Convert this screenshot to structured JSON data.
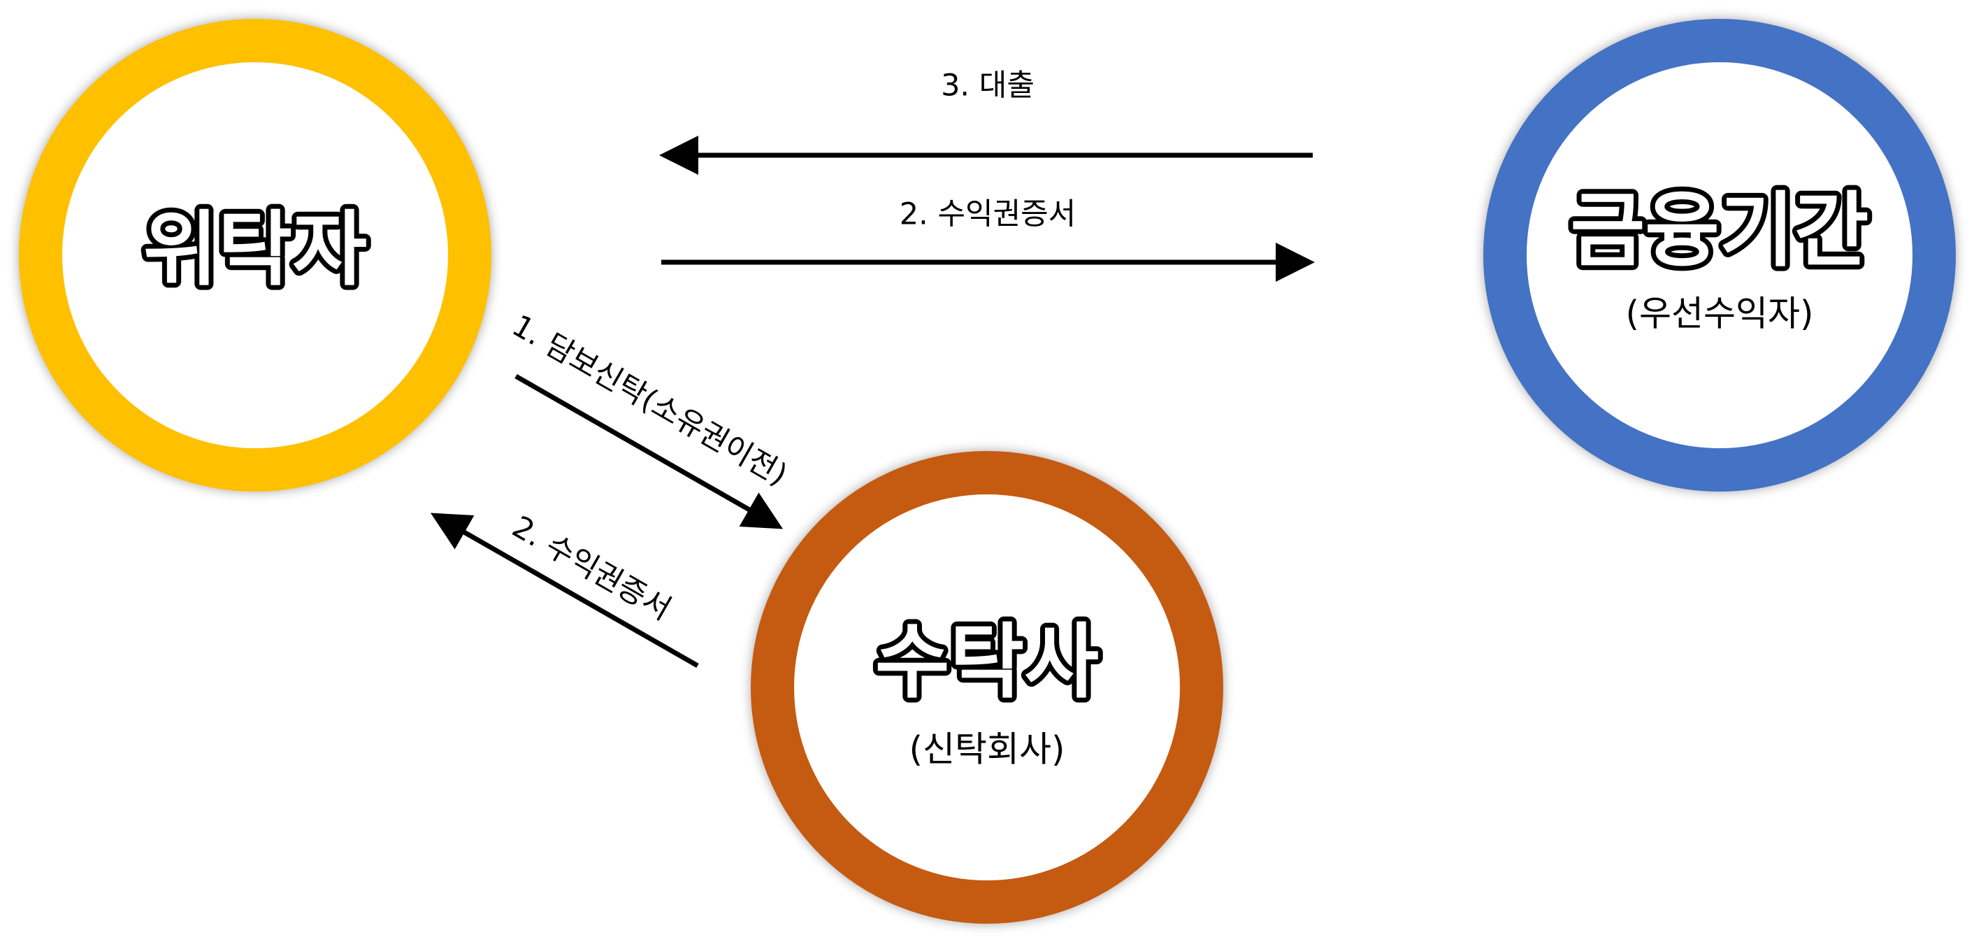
{
  "nodes": {
    "truster": {
      "title": "위탁자",
      "ring_color": "#FFC000"
    },
    "trustee": {
      "title": "수탁사",
      "subtitle": "(신탁회사)",
      "ring_color": "#C55A11"
    },
    "bank": {
      "title": "금융기간",
      "subtitle": "(우선수익자)",
      "ring_color": "#4472C4"
    }
  },
  "edges": {
    "loan": {
      "label": "3. 대출",
      "from": "bank",
      "to": "truster"
    },
    "certificate_to_bank": {
      "label": "2. 수익권증서",
      "from": "truster",
      "to": "bank"
    },
    "collateral_trust": {
      "label": "1. 담보신탁(소유권이전)",
      "from": "truster",
      "to": "trustee"
    },
    "certificate_to_truster": {
      "label": "2. 수익권증서",
      "from": "trustee",
      "to": "truster"
    }
  }
}
